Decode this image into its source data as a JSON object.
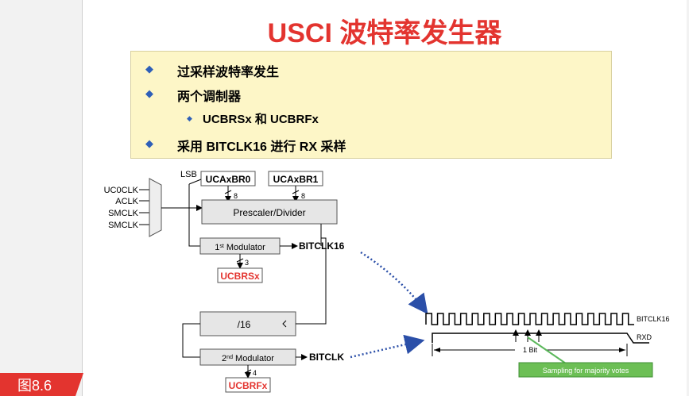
{
  "title": "USCI 波特率发生器",
  "bullets": {
    "b1": "过采样波特率发生",
    "b2": "两个调制器",
    "b2_sub": "UCBRSx 和 UCBRFx",
    "b3": "采用 BITCLK16 进行 RX 采样"
  },
  "diagram": {
    "lsb": "LSB",
    "reg0": "UCAxBR0",
    "reg1": "UCAxBR1",
    "bits8a": "8",
    "bits8b": "8",
    "clk_inputs": [
      "UC0CLK",
      "ACLK",
      "SMCLK",
      "SMCLK"
    ],
    "prescaler": "Prescaler/Divider",
    "mod1_main": "1",
    "mod1_sup": "st",
    "mod1_rest": " Modulator",
    "bitclk16": "BITCLK16",
    "bits3": "3",
    "ucbrsx": "UCBRSx",
    "div16": "/16",
    "mod2_main": "2",
    "mod2_sup": "nd",
    "mod2_rest": " Modulator",
    "bitclk": "BITCLK",
    "bits4": "4",
    "ucbrfx": "UCBRFx",
    "wave_label": "BITCLK16",
    "rxd_label": "RXD",
    "one_bit": "1 Bit",
    "sampling": "Sampling for majority votes"
  },
  "figure_tag": "图8.6",
  "colors": {
    "title": "#e3342f",
    "bullet_bg": "#fdf6c7",
    "bullet_diamond": "#2e5fb8",
    "accent_red": "#e3342f",
    "dotted_blue": "#2b4fa8",
    "sampling_green": "#5cb85c"
  }
}
